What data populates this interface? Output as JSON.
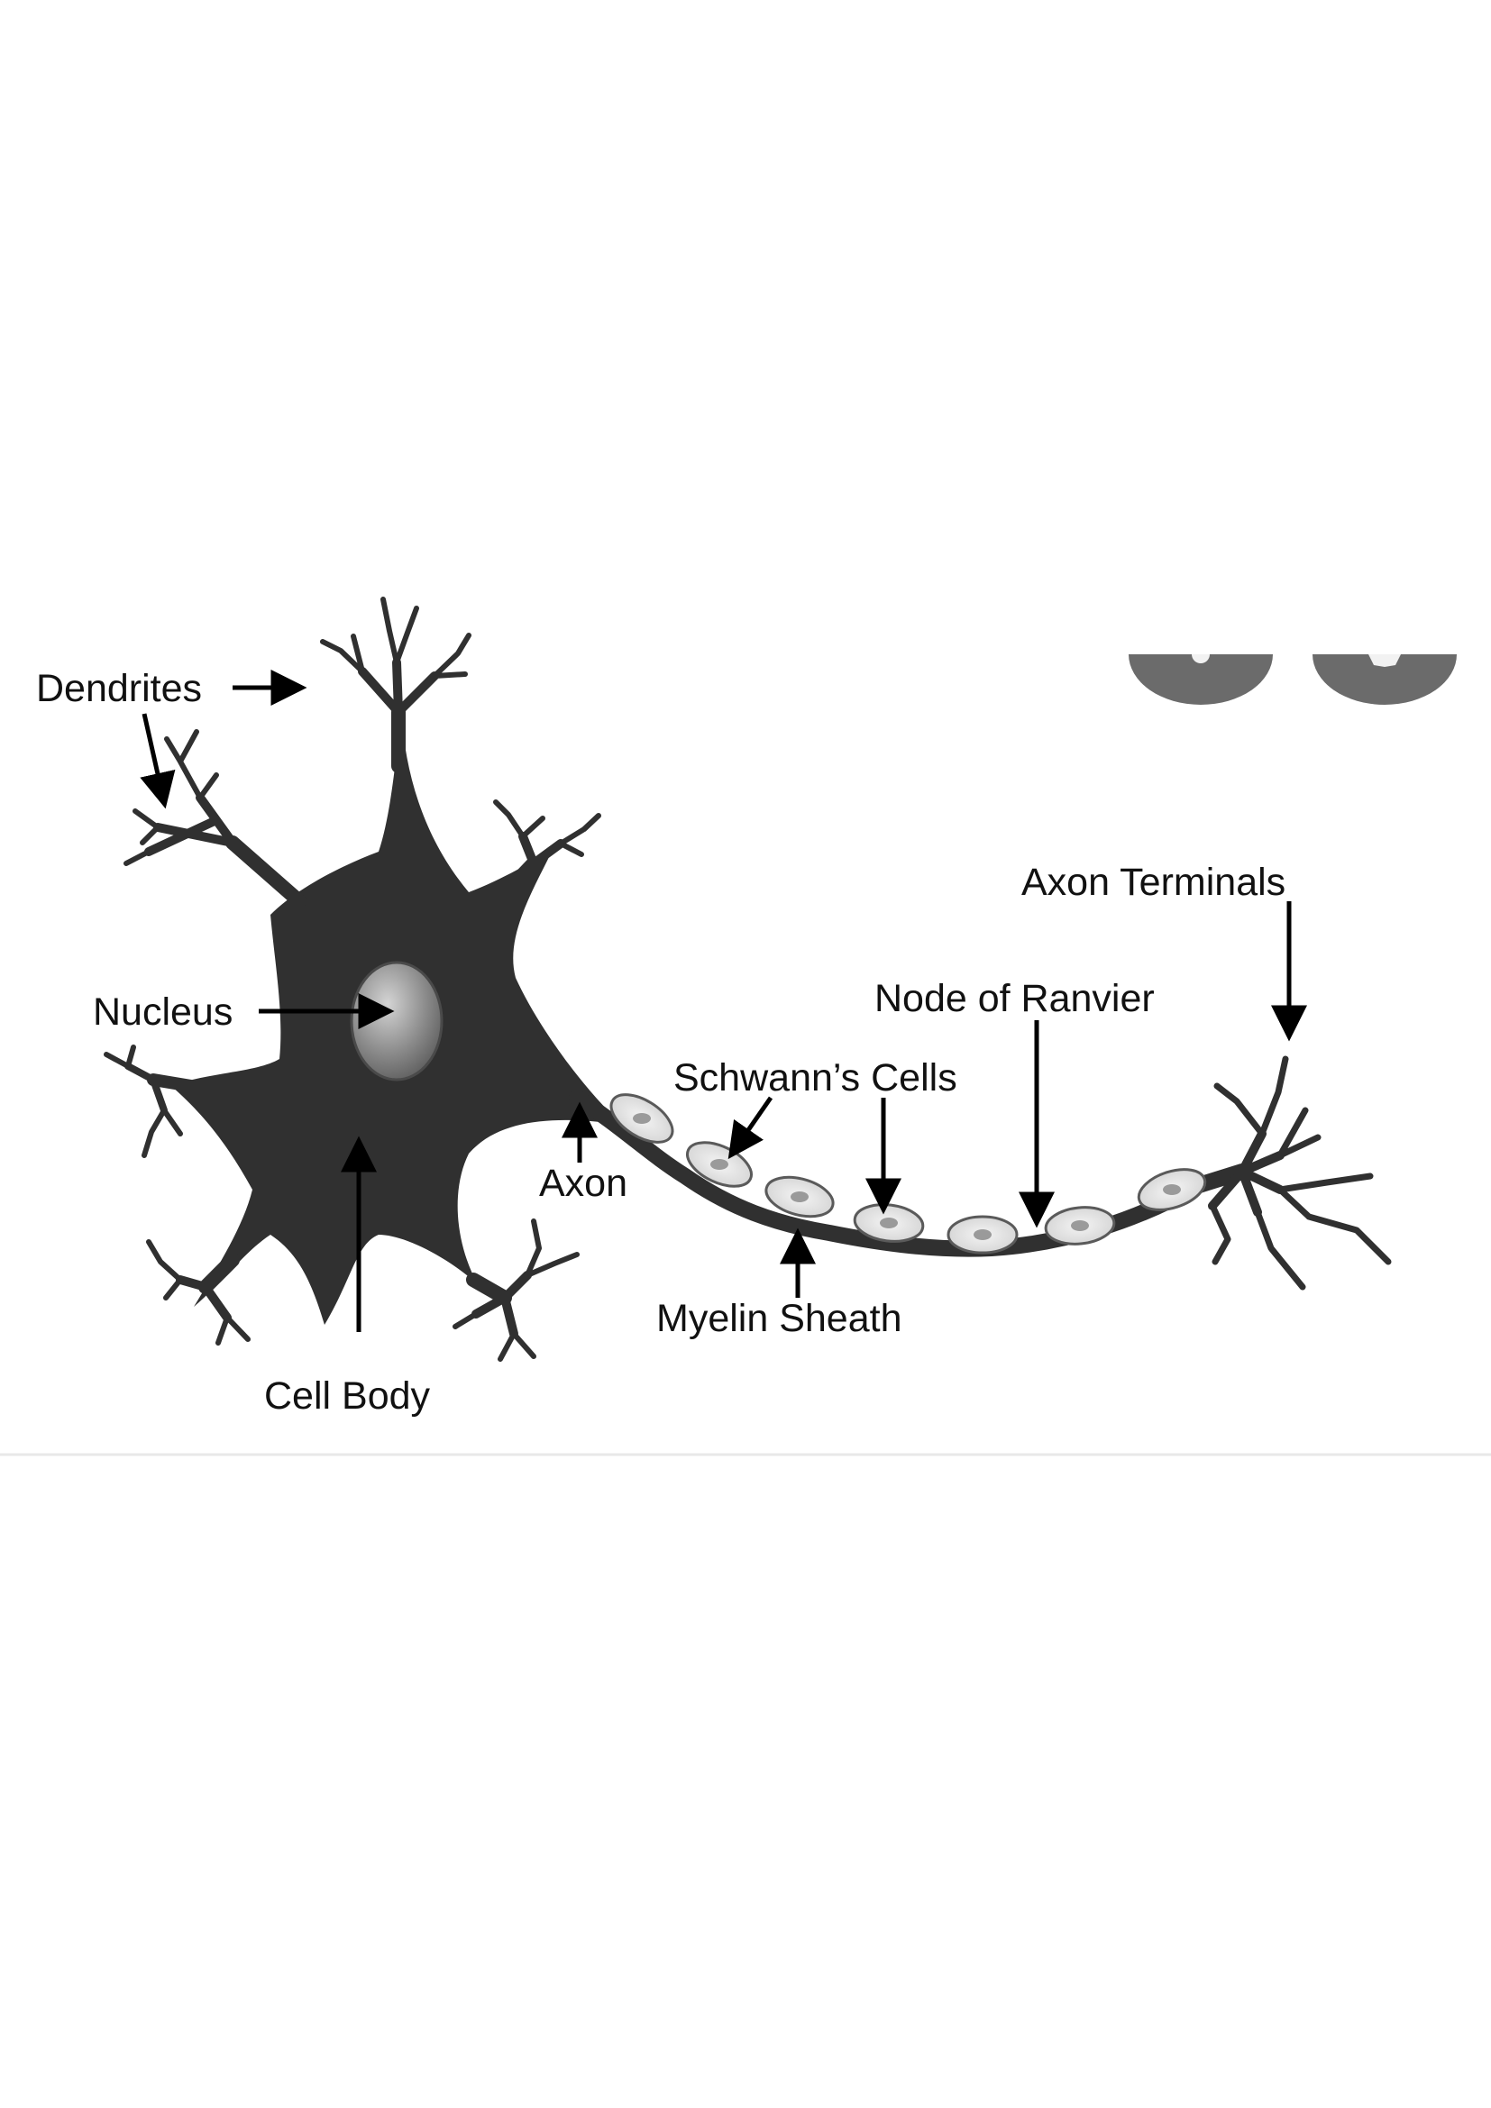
{
  "diagram": {
    "labels": {
      "dendrites": "Dendrites",
      "nucleus": "Nucleus",
      "cell_body": "Cell Body",
      "axon": "Axon",
      "schwanns_cells": "Schwann’s Cells",
      "myelin_sheath": "Myelin Sheath",
      "node_of_ranvier": "Node of Ranvier",
      "axon_terminals": "Axon Terminals"
    },
    "colors": {
      "neuron": "#303030",
      "nucleus": "#8c8c8c",
      "myelin": "#e6e6e6",
      "arrow": "#000000",
      "overlay_buttons": "#6b6b6b"
    }
  }
}
